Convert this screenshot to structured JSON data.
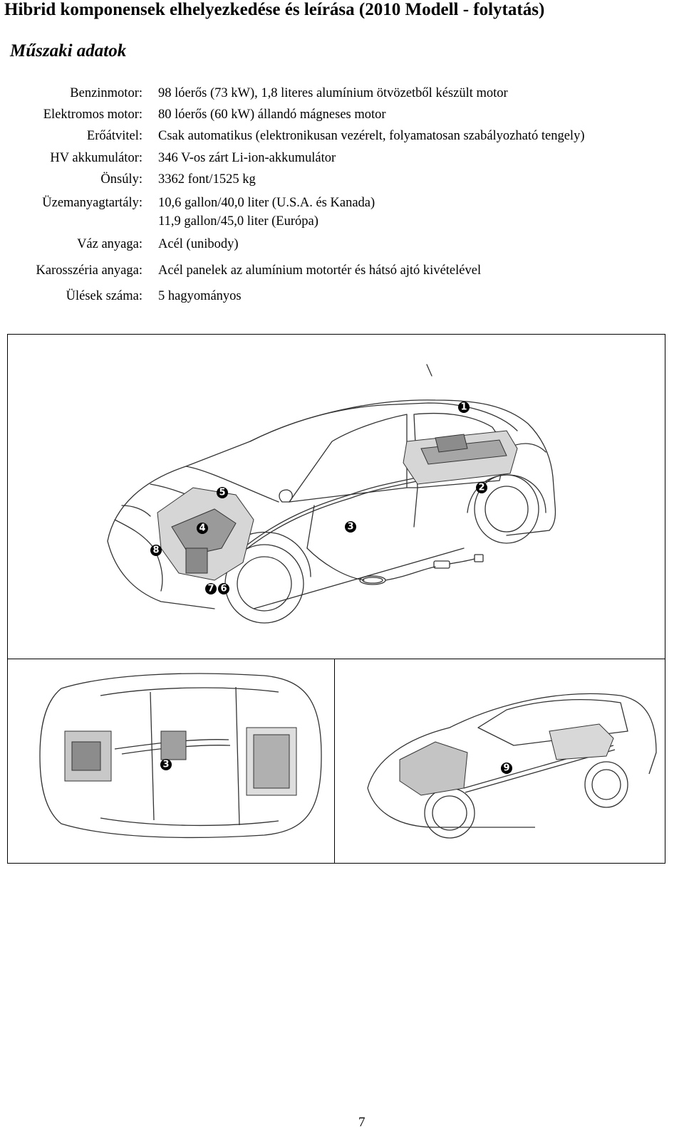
{
  "page": {
    "title": "Hibrid komponensek elhelyezkedése és leírása (2010 Modell - folytatás)",
    "subtitle": "Műszaki adatok",
    "page_number": "7"
  },
  "specs": [
    {
      "label": "Benzinmotor:",
      "value": "98 lóerős (73 kW), 1,8 literes alumínium ötvözetből készült motor"
    },
    {
      "label": "Elektromos motor:",
      "value": "80 lóerős (60 kW) állandó mágneses motor"
    },
    {
      "label": "Erőátvitel:",
      "value": "Csak automatikus (elektronikusan vezérelt, folyamatosan szabályozható tengely)"
    },
    {
      "label": "HV akkumulátor:",
      "value": "346 V-os zárt Li-ion-akkumulátor"
    },
    {
      "label": "Önsúly:",
      "value": "3362 font/1525 kg"
    },
    {
      "label": "Üzemanyagtartály:",
      "value": "10,6 gallon/40,0 liter (U.S.A. és Kanada)",
      "value2": "11,9 gallon/45,0 liter (Európa)"
    },
    {
      "label": "Váz anyaga:",
      "value": "Acél (unibody)"
    },
    {
      "label": "Karosszéria anyaga:",
      "value": "Acél panelek az alumínium motortér és hátsó ajtó kivételével"
    },
    {
      "label": "Ülések száma:",
      "value": "5 hagyományos"
    }
  ],
  "callouts": {
    "main": [
      "1",
      "2",
      "3",
      "4",
      "5",
      "6",
      "7",
      "8"
    ],
    "top_view": [
      "3"
    ],
    "side_view": [
      "9"
    ]
  }
}
